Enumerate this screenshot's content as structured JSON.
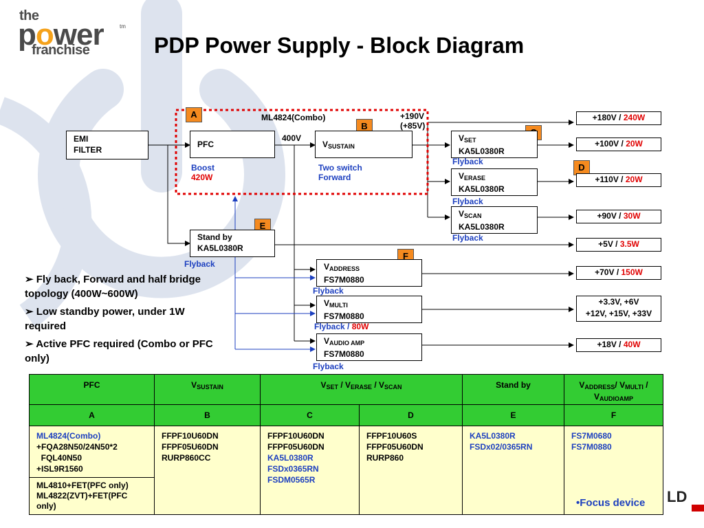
{
  "logo": {
    "line1": "the",
    "line2_pre": "p",
    "line2_o": "o",
    "line2_post": "wer",
    "tm": "tm",
    "line3": "franchise"
  },
  "title": "PDP Power Supply - Block Diagram",
  "colors": {
    "accent": "#f58a1f",
    "table_header": "#33cc33",
    "table_body": "#ffffcc",
    "link_blue": "#1c3fbf",
    "red": "#e00000",
    "dashed_border": "#e00000"
  },
  "diagram": {
    "badges": {
      "a": "A",
      "b": "B",
      "c": "C",
      "d": "D",
      "e": "E",
      "f": "F"
    },
    "emi": {
      "line1": "EMI",
      "line2": "FILTER"
    },
    "pfc": {
      "label": "PFC"
    },
    "sustain": {
      "v": "V",
      "sub": "SUSTAIN"
    },
    "standby": {
      "line1": "Stand by",
      "line2": "KA5L0380R"
    },
    "vset": {
      "v": "V",
      "sub": "SET",
      "part": "KA5L0380R"
    },
    "verase": {
      "v": "V",
      "sub": "ERASE",
      "part": "KA5L0380R"
    },
    "vscan": {
      "v": "V",
      "sub": "SCAN",
      "part": "KA5L0380R"
    },
    "vaddress": {
      "v": "V",
      "sub": "ADDRESS",
      "part": "FS7M0880"
    },
    "vmulti": {
      "v": "V",
      "sub": "MULTI",
      "part": "FS7M0880"
    },
    "vaudio": {
      "v": "V",
      "sub": "AUDIO AMP",
      "part": "FS7M0880"
    },
    "labels": {
      "combo": "ML4824(Combo)",
      "v190": "+190V",
      "v85": "(+85V)",
      "v400": "400V",
      "boost": "Boost",
      "boost_w": "420W",
      "two_switch1": "Two switch",
      "two_switch2": "Forward",
      "flyback": "Flyback",
      "flyback_slash": " / ",
      "flyback_w": "80W"
    },
    "outputs": [
      {
        "v": "+180V",
        "sep": " / ",
        "w": "240W"
      },
      {
        "v": "+100V",
        "sep": " / ",
        "w": "20W"
      },
      {
        "v": "+110V",
        "sep": " / ",
        "w": "20W"
      },
      {
        "v": "+90V",
        "sep": " / ",
        "w": "30W"
      },
      {
        "v": "+5V",
        "sep": " / ",
        "w": "3.5W"
      },
      {
        "v": "+70V",
        "sep": " / ",
        "w": "150W"
      },
      {
        "line1": "+3.3V, +6V",
        "line2": "+12V, +15V, +33V"
      },
      {
        "v": "+18V",
        "sep": " / ",
        "w": "40W"
      }
    ]
  },
  "bullets": [
    "Fly back, Forward and half bridge topology (400W~600W)",
    "Low standby power, under 1W required",
    "Active PFC required (Combo or PFC only)"
  ],
  "table": {
    "headers": {
      "pfc": "PFC",
      "sustain_v": "V",
      "sustain_sub": "SUSTAIN",
      "ses_v1": "V",
      "ses_s1": "SET",
      "ses_sep1": " / V",
      "ses_s2": "ERASE",
      "ses_sep2": " /  V",
      "ses_s3": "SCAN",
      "standby": "Stand by",
      "addr_v1": "V",
      "addr_s1": "ADDRESS",
      "addr_sep1": "/ V",
      "addr_s2": "MULTI",
      "addr_sep2": " /",
      "addr_v3": "V",
      "addr_s3": "AUDIOAMP"
    },
    "letters": [
      "A",
      "B",
      "C",
      "D",
      "E",
      "F"
    ],
    "a_lines": [
      "ML4824(Combo)",
      "+FQA28N50/24N50*2",
      "  FQL40N50",
      "+ISL9R1560"
    ],
    "a2_lines": [
      "ML4810+FET(PFC only)",
      "ML4822(ZVT)+FET(PFC",
      "only)"
    ],
    "b_lines": [
      "FFPF10U60DN",
      "FFPF05U60DN",
      "RURP860CC"
    ],
    "c_lines_black": [
      "FFPF10U60DN",
      "FFPF05U60DN"
    ],
    "c_lines_blue": [
      "KA5L0380R",
      "FSDx0365RN",
      "FSDM0565R"
    ],
    "d_lines": [
      "FFPF10U60S",
      "FFPF05U60DN",
      "RURP860"
    ],
    "e_lines": [
      "KA5L0380R",
      "FSDx02/0365RN"
    ],
    "f_lines": [
      "FS7M0680",
      "FS7M0880"
    ],
    "focus": "•Focus device"
  },
  "corner": {
    "text": "LD"
  }
}
